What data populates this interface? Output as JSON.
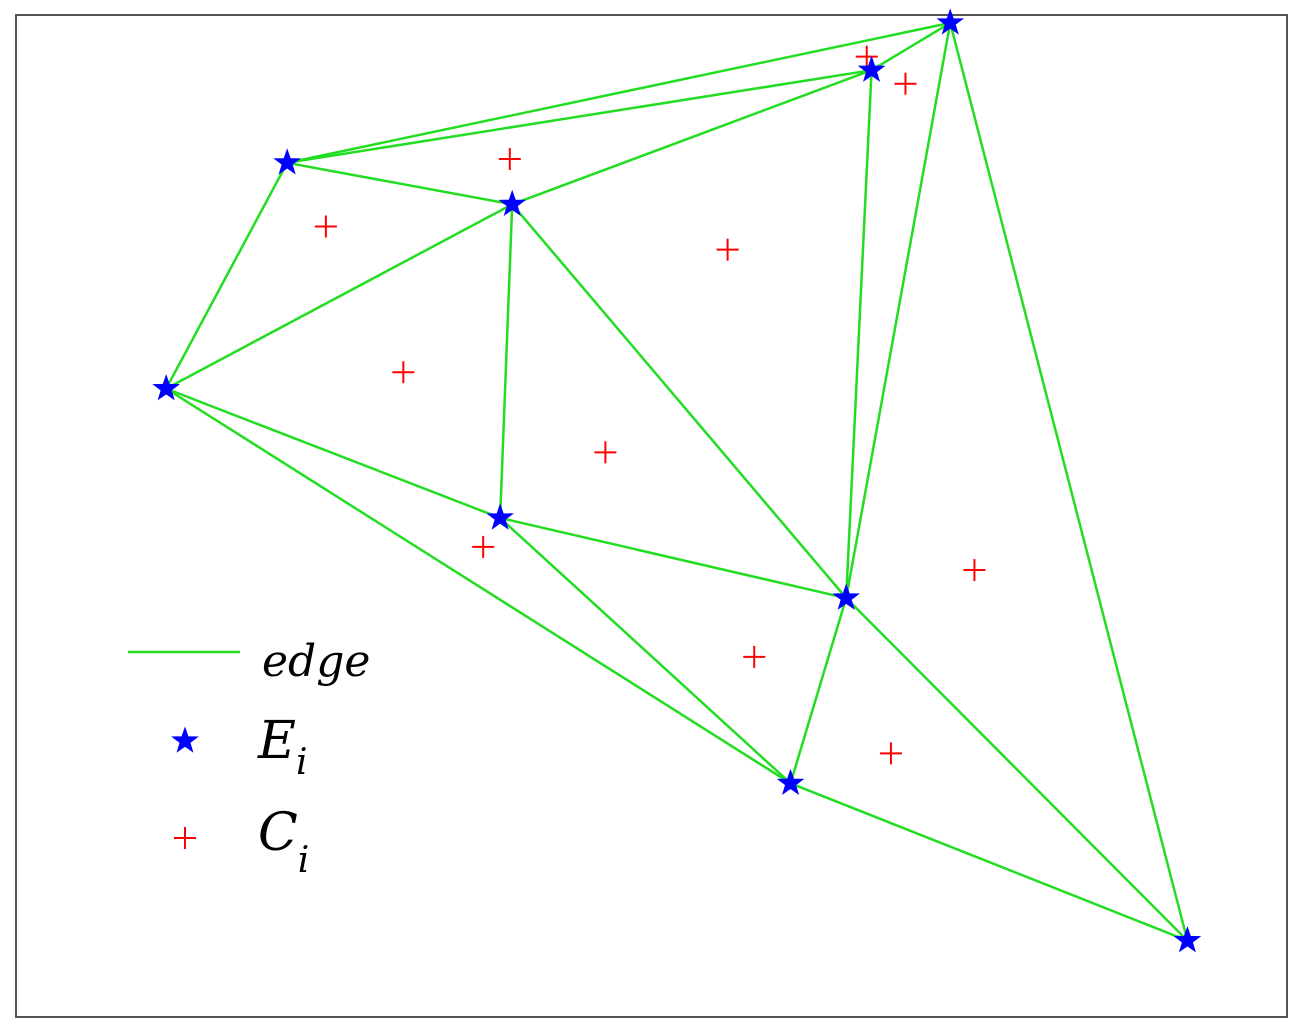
{
  "chart_data": {
    "type": "scatter",
    "title": "",
    "xlabel": "",
    "ylabel": "",
    "xlim": [
      0,
      100
    ],
    "ylim": [
      0,
      100
    ],
    "grid": false,
    "axes_ticks": false,
    "legend_position": "bottom-left",
    "colors": {
      "edge": "#22dd22",
      "Ei": "#0000ff",
      "Ci": "#ff0000",
      "frame": "#555555"
    },
    "series": [
      {
        "name": "Ei",
        "marker": "star",
        "points": [
          [
            74.4,
            99.7
          ],
          [
            67.9,
            94.8
          ],
          [
            19.6,
            85.2
          ],
          [
            38.2,
            80.9
          ],
          [
            9.6,
            61.8
          ],
          [
            37.2,
            48.4
          ],
          [
            65.8,
            40.1
          ],
          [
            61.2,
            20.9
          ],
          [
            94.0,
            4.6
          ]
        ]
      },
      {
        "name": "Ci",
        "marker": "plus",
        "points": [
          [
            67.5,
            96.2
          ],
          [
            70.7,
            93.4
          ],
          [
            38.0,
            85.6
          ],
          [
            22.8,
            78.6
          ],
          [
            56.0,
            76.2
          ],
          [
            29.2,
            63.5
          ],
          [
            45.9,
            55.2
          ],
          [
            35.8,
            45.4
          ],
          [
            76.4,
            43.0
          ],
          [
            58.2,
            34.0
          ],
          [
            69.5,
            24.0
          ]
        ]
      }
    ],
    "edges": [
      [
        0,
        1
      ],
      [
        0,
        2
      ],
      [
        0,
        6
      ],
      [
        0,
        8
      ],
      [
        1,
        2
      ],
      [
        1,
        3
      ],
      [
        1,
        6
      ],
      [
        2,
        3
      ],
      [
        2,
        4
      ],
      [
        3,
        4
      ],
      [
        3,
        5
      ],
      [
        3,
        6
      ],
      [
        4,
        5
      ],
      [
        4,
        7
      ],
      [
        5,
        6
      ],
      [
        5,
        7
      ],
      [
        6,
        7
      ],
      [
        6,
        8
      ],
      [
        7,
        8
      ]
    ],
    "legend": [
      {
        "key": "edge",
        "label": "edge",
        "marker": "line"
      },
      {
        "key": "Ei",
        "label": "E",
        "subscript": "i",
        "marker": "star"
      },
      {
        "key": "Ci",
        "label": "C",
        "subscript": "i",
        "marker": "plus"
      }
    ]
  }
}
